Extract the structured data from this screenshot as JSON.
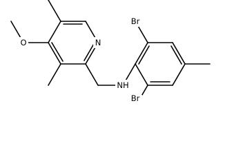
{
  "molecule": {
    "atoms": {
      "nitrogen_ring": "N",
      "nitrogen_amine": "NH",
      "oxygen_methoxy": "O",
      "bromine_top": "Br",
      "bromine_bottom": "Br"
    }
  },
  "colors": {
    "bond": "#000000",
    "background": "#ffffff"
  }
}
